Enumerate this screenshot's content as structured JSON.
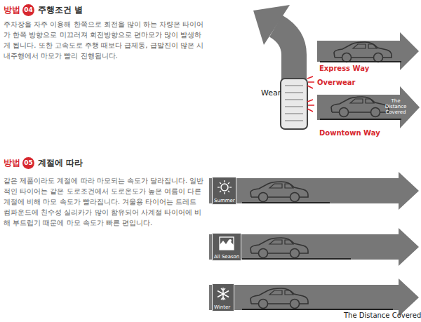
{
  "diagram": {
    "nodes": [
      {
        "text": [
          "04"
        ]
      },
      {
        "text": [
          "The Distance Covered"
        ]
      },
      {
        "text": [
          "05"
        ]
      },
      {
        "text": [
          "Summer"
        ]
      },
      {
        "text": [
          "All Season"
        ]
      },
      {
        "text": [
          "Winter"
        ]
      }
    ],
    "labels": [
      "방법",
      "주행조건 별",
      "주차장을 자주 이용해 한쪽으로 회전을 많이 하는 차량은 타이어가 한쪽 방향으로 미끄러져 회전방향으로 편마모가 많이 발생하게 됩니다. 또한 고속도로 주행 때보다 급제동, 급발진이 많은 시내주행에서 마모가 빨리 진행됩니다.",
      "Wear",
      "Express Way",
      "Overwear",
      "Downtown Way",
      "방법",
      "계절에 따라",
      "같은 제품이라도 계절에 따라 마모되는 속도가 달라집니다. 일반적인 타이어는 같은 도로조건에서 도로온도가 높은 여름이 다른 계절에 비해 마모 속도가 빨라집니다. 겨울용 타이어는 트레드 컴파운드에 친수성 실리카가 많이 함유되어 사계절 타이어에 비해 부드럽기 때문에 마모 속도가 빠른 편입니다.",
      "The Distance Covered"
    ]
  }
}
